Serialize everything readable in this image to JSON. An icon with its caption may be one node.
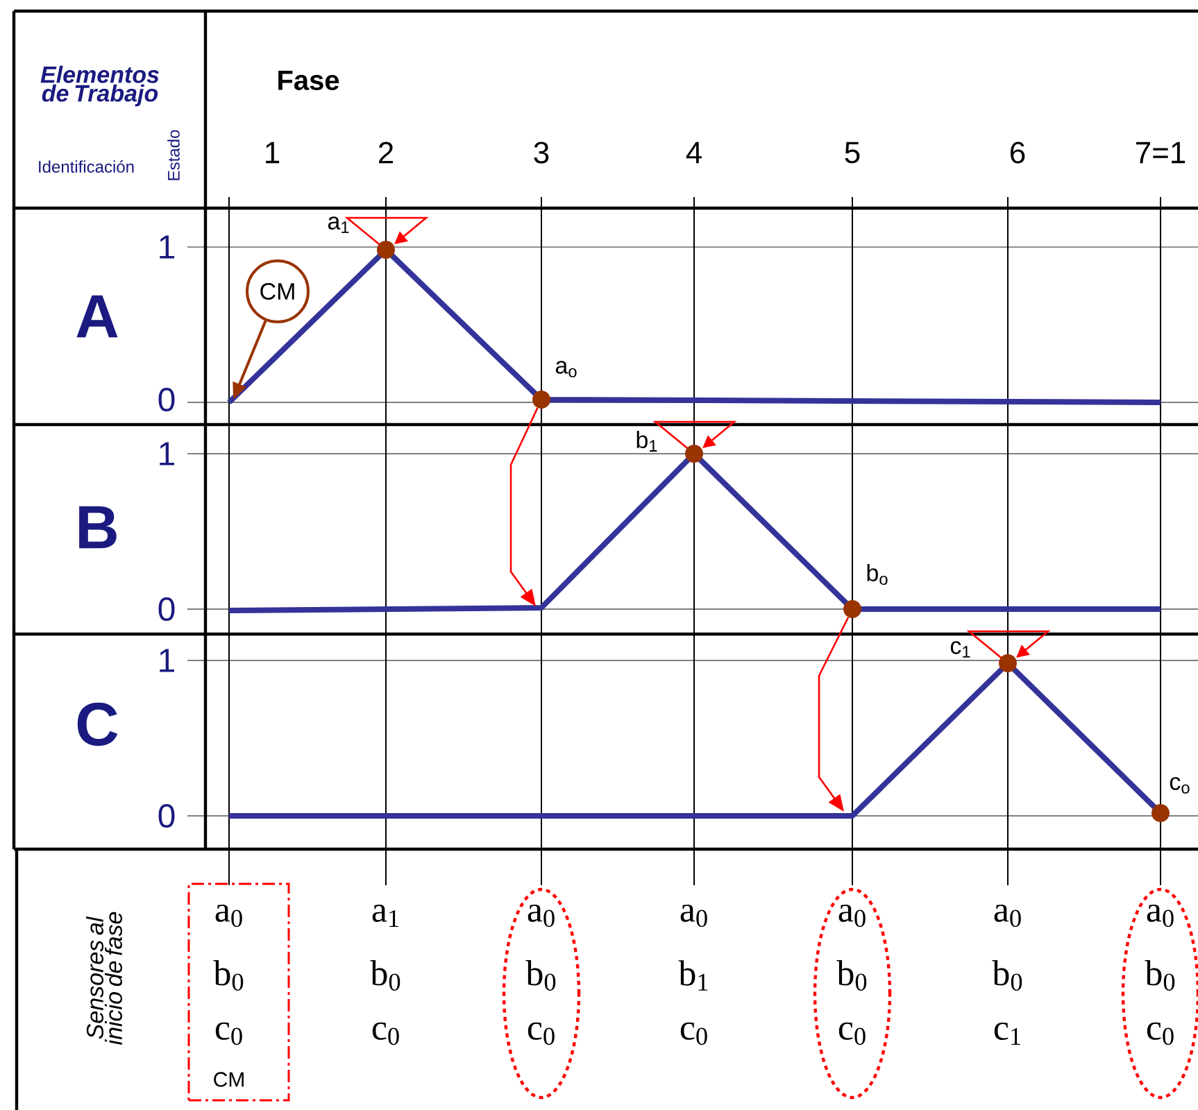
{
  "diagram": {
    "nodes": [
      {
        "text": [
          "CM"
        ]
      },
      {
        "text": [],
        "shape": "circle",
        "beside": [
          "a$_{1}$"
        ]
      },
      {
        "text": [],
        "shape": "circle",
        "beside": [
          "a$_{o}$"
        ]
      },
      {
        "text": [],
        "shape": "circle",
        "beside": [
          "b$_{1}$"
        ]
      },
      {
        "text": [],
        "shape": "circle",
        "beside": [
          "b$_{o}$"
        ]
      },
      {
        "text": [],
        "shape": "circle",
        "beside": [
          "c$_{1}$"
        ]
      },
      {
        "text": [],
        "shape": "circle",
        "beside": [
          "c$_{o}$"
        ]
      },
      {
        "text": [
          "a$_{0}$",
          "b$_{0}$",
          "c$_{0}$",
          "CM"
        ]
      },
      {
        "text": [
          "a$_{0}$",
          "b$_{0}$",
          "c$_{0}$"
        ]
      },
      {
        "text": [
          "a$_{0}$",
          "b$_{0}$",
          "c$_{0}$"
        ]
      },
      {
        "text": [
          "a$_{0}$",
          "b$_{0}$",
          "c$_{0}$"
        ]
      }
    ],
    "edges": [
      {
        "from": 0,
        "to": null,
        "arrow": "to",
        "color": "#993300"
      },
      {
        "from": 2,
        "to": null,
        "arrow": "to"
      },
      {
        "from": 4,
        "to": null,
        "arrow": "to"
      }
    ],
    "labels": [
      "Elementos de Trabajo",
      "Fase",
      "Identificación",
      "Estado",
      "1",
      "2",
      "3",
      "4",
      "5",
      "6",
      "7=1",
      "1",
      "A",
      "0",
      "1",
      "B",
      "0",
      "1",
      "C",
      "0",
      "Sensores al inicio de fase",
      "a$_{1}$",
      "b$_{0}$",
      "c$_{0}$",
      "a$_{0}$",
      "b$_{1}$",
      "c$_{0}$",
      "a$_{0}$",
      "b$_{0}$",
      "c$_{1}$"
    ]
  }
}
